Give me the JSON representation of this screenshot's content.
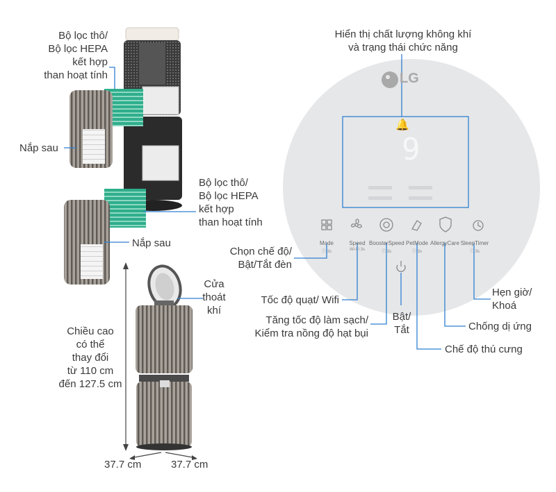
{
  "labels": {
    "display_l1": "Hiển thị chất lượng không khí",
    "display_l2": "và trạng thái chức năng",
    "top_filter_l1": "Bộ lọc thô/",
    "top_filter_l2": "Bộ lọc HEPA",
    "top_filter_l3": "kết hợp",
    "top_filter_l4": "than hoạt tính",
    "top_cover": "Nắp sau",
    "mid_filter_l1": "Bộ lọc thô/",
    "mid_filter_l2": "Bộ lọc HEPA",
    "mid_filter_l3": "kết hợp",
    "mid_filter_l4": "than hoạt tính",
    "mid_cover": "Nắp sau",
    "outlet_l1": "Cửa",
    "outlet_l2": "thoát",
    "outlet_l3": "khí",
    "height_l1": "Chiều cao",
    "height_l2": "có thể",
    "height_l3": "thay đổi",
    "height_l4": "từ 110 cm",
    "height_l5": "đến 127.5 cm",
    "width_a": "37.7 cm",
    "width_b": "37.7 cm",
    "mode_l1": "Chọn chế độ/",
    "mode_l2": "Bật/Tắt đèn",
    "speed": "Tốc độ quạt/ Wifi",
    "booster_l1": "Tăng tốc độ làm sạch/",
    "booster_l2": "Kiểm tra nồng độ hạt bụi",
    "power_l1": "Bật/",
    "power_l2": "Tắt",
    "pet": "Chế độ thú cưng",
    "allergy": "Chống dị ứng",
    "timer_l1": "Hẹn giờ/",
    "timer_l2": "Khoá"
  },
  "panel": {
    "logo": "LG",
    "display_digit": "9",
    "buttons": [
      {
        "label": "Mode",
        "sub": "ⓘ 3s"
      },
      {
        "label": "Speed",
        "sub": "Wi-Fi 3s"
      },
      {
        "label": "BoosterSpeed",
        "sub": "ⓘ 3s"
      },
      {
        "label": "PetMode",
        "sub": "ⓘ 3s"
      },
      {
        "label": "AllergyCare",
        "sub": ""
      },
      {
        "label": "SleepTimer",
        "sub": "ⓘ 3s"
      }
    ]
  },
  "colors": {
    "callout_line": "#2f7fd1",
    "filter_green": "#2fae8c",
    "panel_grey": "#e6e7e9",
    "display_frame": "#2f7fd1"
  }
}
